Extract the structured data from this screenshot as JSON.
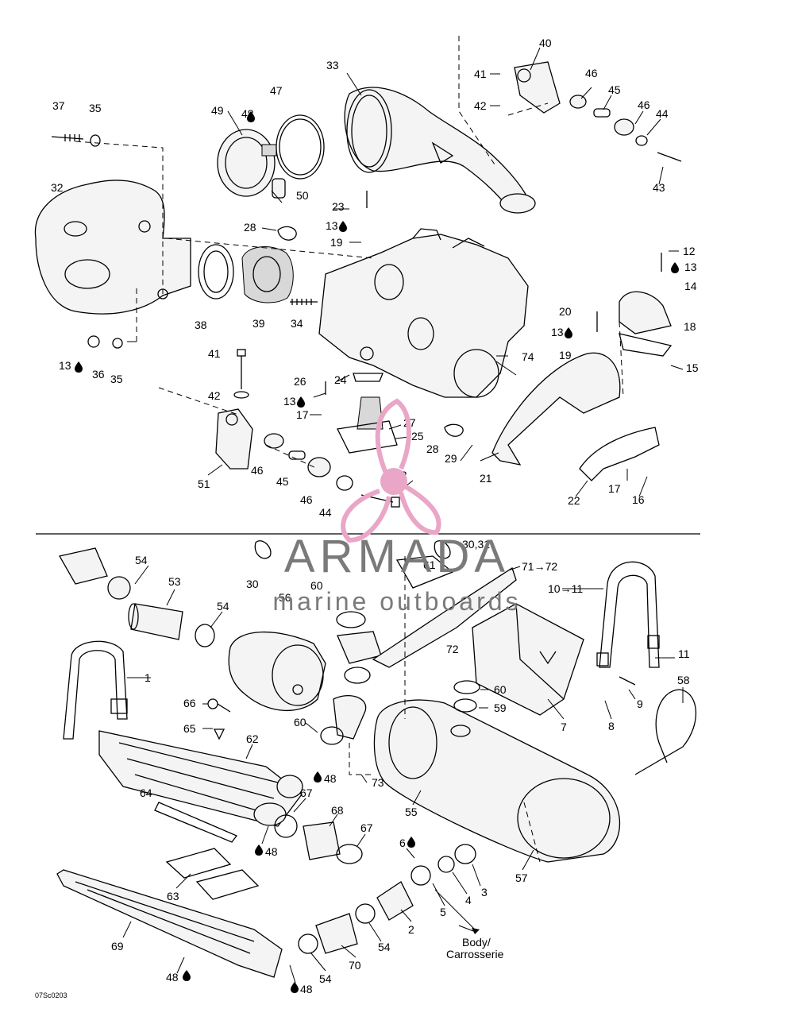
{
  "figure_code": "07Sc0203",
  "watermark": {
    "brand": "ARMADA",
    "tagline": "marine outboards",
    "accent": "#e9a6c6",
    "gray": "#7a7a7a"
  },
  "note": {
    "line1": "Body/",
    "line2": "Carrosserie"
  },
  "callouts": {
    "c37": "37",
    "c35a": "35",
    "c49": "49",
    "c48a": "48",
    "c47": "47",
    "c33": "33",
    "c40": "40",
    "c41a": "41",
    "c42a": "42",
    "c46a": "46",
    "c45a": "45",
    "c46b": "46",
    "c44a": "44",
    "c43": "43",
    "c32": "32",
    "c50": "50",
    "c23": "23",
    "c13a": "13",
    "c28a": "28",
    "c19a": "19",
    "c12": "12",
    "c13b": "13",
    "c14": "14",
    "c38": "38",
    "c39": "39",
    "c34": "34",
    "c20": "20",
    "c13c": "13",
    "c18": "18",
    "c13d": "13",
    "c36": "36",
    "c35b": "35",
    "c41b": "41",
    "c26": "26",
    "c24": "24",
    "c19b": "19",
    "c74": "74",
    "c15": "15",
    "c42b": "42",
    "c13e": "13",
    "c17a": "17",
    "c27": "27",
    "c25": "25",
    "c28b": "28",
    "c29": "29",
    "c21": "21",
    "c52": "52",
    "c51": "51",
    "c46c": "46",
    "c45b": "45",
    "c46d": "46",
    "c44b": "44",
    "c22": "22",
    "c17b": "17",
    "c16": "16",
    "c54a": "54",
    "c30a": "30",
    "c3031": "30,31",
    "c61": "61",
    "c7172": "71→72",
    "c1011": "10→11",
    "c53": "53",
    "c60a": "60",
    "c56": "56",
    "c54b": "54",
    "c72": "72",
    "c1": "1",
    "c11": "11",
    "c60b": "60",
    "c59": "59",
    "c58": "58",
    "c9": "9",
    "c66": "66",
    "c7": "7",
    "c8": "8",
    "c65": "65",
    "c60c": "60",
    "c62": "62",
    "c48b": "48",
    "c73": "73",
    "c67a": "67",
    "c55": "55",
    "c64": "64",
    "c68": "68",
    "c67b": "67",
    "c48c": "48",
    "c6": "6",
    "c57": "57",
    "c3": "3",
    "c4": "4",
    "c63": "63",
    "c5": "5",
    "c2": "2",
    "c69": "69",
    "c54c": "54",
    "c70": "70",
    "c54d": "54",
    "c48d": "48",
    "c48e": "48"
  }
}
